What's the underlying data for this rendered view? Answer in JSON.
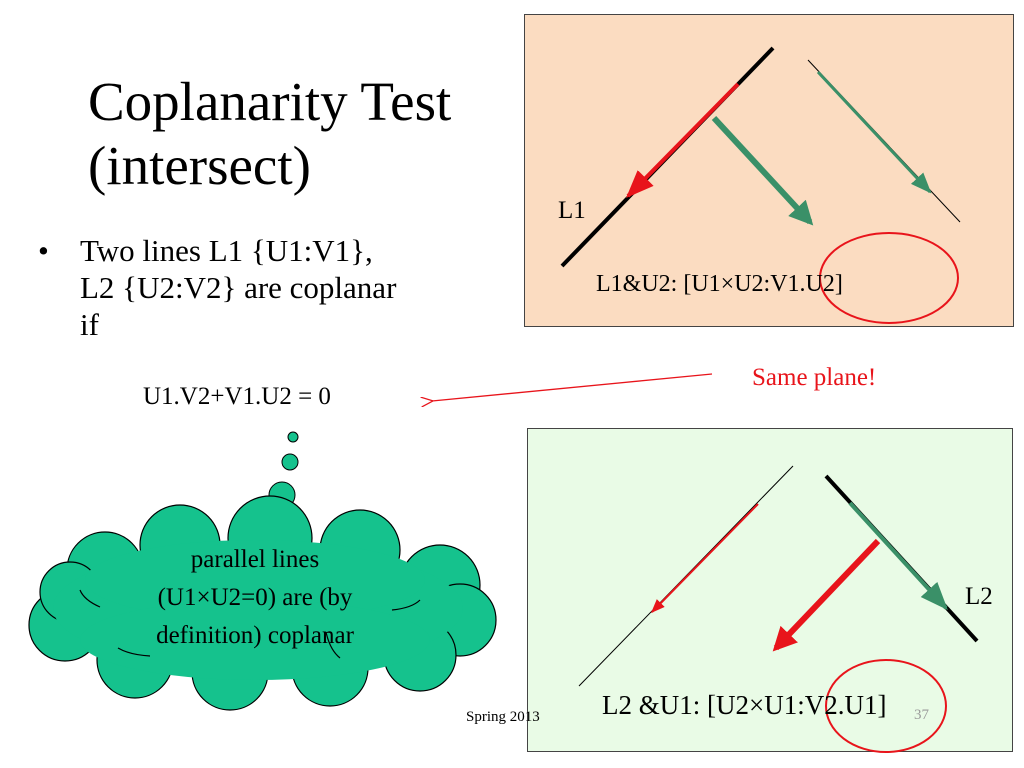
{
  "slide": {
    "title_lines": [
      "Coplanarity Test",
      "(intersect)"
    ],
    "bullet_symbol": "•",
    "bullet_lines": [
      "Two lines L1 {U1:V1},",
      "L2 {U2:V2} are coplanar",
      "if"
    ],
    "equation": "U1.V2+V1.U2 = 0",
    "callout": "Same plane!",
    "cloud_lines": [
      "parallel lines",
      "(U1×U2=0) are (by",
      "definition) coplanar"
    ],
    "footer": "Spring 2013",
    "slide_number": "37"
  },
  "top_panel": {
    "line_label": "L1",
    "formula": "L1&U2: [U1×U2:V1.U2]"
  },
  "bottom_panel": {
    "line_label": "L2",
    "formula": "L2 &U1: [U2×U1:V2.U1]"
  },
  "colors": {
    "top_panel_bg": "#fbdcc1",
    "bottom_panel_bg": "#e9fbe6",
    "red": "#e8141b",
    "green": "#3a9068",
    "cloud_fill": "#15c28d"
  }
}
